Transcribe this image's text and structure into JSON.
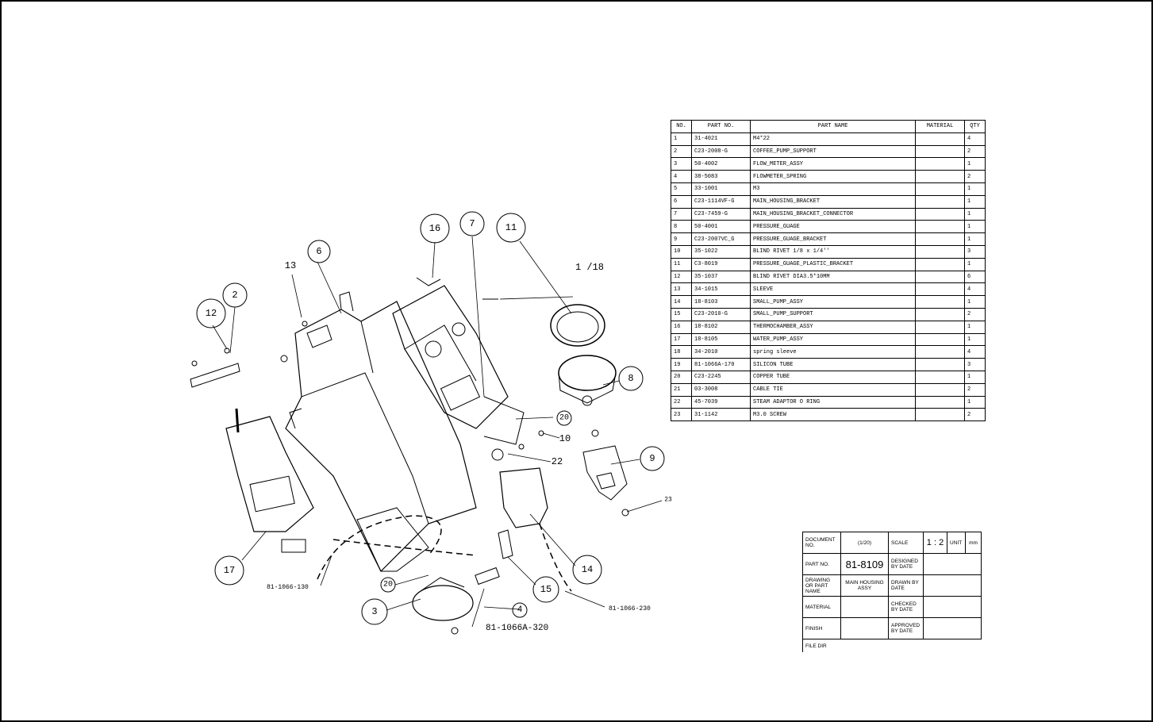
{
  "bom": {
    "headers": [
      "NO.",
      "PART NO.",
      "PART NAME",
      "MATERIAL",
      "QTY"
    ],
    "rows": [
      [
        "1",
        "31-4021",
        "M4*22",
        "",
        "4"
      ],
      [
        "2",
        "C23-2008-G",
        "COFFEE_PUMP_SUPPORT",
        "",
        "2"
      ],
      [
        "3",
        "50-4002",
        "FLOW_METER_ASSY",
        "",
        "1"
      ],
      [
        "4",
        "38-5083",
        "FLOWMETER_SPRING",
        "",
        "2"
      ],
      [
        "5",
        "33-1001",
        "M3",
        "",
        "1"
      ],
      [
        "6",
        "C23-1114VF-G",
        "MAIN_HOUSING_BRACKET",
        "",
        "1"
      ],
      [
        "7",
        "C23-7459-G",
        "MAIN_HOUSING_BRACKET_CONNECTOR",
        "",
        "1"
      ],
      [
        "8",
        "50-4001",
        "PRESSURE_GUAGE",
        "",
        "1"
      ],
      [
        "9",
        "C23-2007VC_G",
        "PRESSURE_GUAGE_BRACKET",
        "",
        "1"
      ],
      [
        "10",
        "35-1022",
        "BLIND RIVET 1/8 x 1/4''",
        "",
        "3"
      ],
      [
        "11",
        "C3-8019",
        "PRESSURE_GUAGE_PLASTIC_BRACKET",
        "",
        "1"
      ],
      [
        "12",
        "35-1037",
        "BLIND RIVET DIA3.5*10MM",
        "",
        "6"
      ],
      [
        "13",
        "34-1015",
        "SLEEVE",
        "",
        "4"
      ],
      [
        "14",
        "18-8103",
        "SMALL_PUMP_ASSY",
        "",
        "1"
      ],
      [
        "15",
        "C23-2010-G",
        "SMALL_PUMP_SUPPORT",
        "",
        "2"
      ],
      [
        "16",
        "18-8102",
        "THERMOCHAMBER_ASSY",
        "",
        "1"
      ],
      [
        "17",
        "18-8105",
        "WATER_PUMP_ASSY",
        "",
        "1"
      ],
      [
        "18",
        "34-2010",
        "spring sleeve",
        "",
        "4"
      ],
      [
        "19",
        "81-1066A-170",
        "SILICON TUBE",
        "",
        "3"
      ],
      [
        "20",
        "C23-2245",
        "COPPER TUBE",
        "",
        "1"
      ],
      [
        "21",
        "03-3008",
        "CABLE TIE",
        "",
        "2"
      ],
      [
        "22",
        "45-7039",
        "STEAM ADAPTOR O RING",
        "",
        "1"
      ],
      [
        "23",
        "31-1142",
        "M3.0 SCREW",
        "",
        "2"
      ]
    ]
  },
  "title_block": {
    "document_no_label": "DOCUMENT NO.",
    "document_no": "(1/20)",
    "scale_label": "SCALE",
    "scale": "1 : 2",
    "unit_label": "UNIT",
    "unit": "mm",
    "part_no_label": "PART NO.",
    "part_no": "81-8109",
    "designed_by_label": "DESIGNED BY DATE",
    "drawing_label": "DRAWING OR PART NAME",
    "part_name": "MAIN HOUSING ASSY",
    "drawn_by_label": "DRAWN BY DATE",
    "material_label": "MATERIAL",
    "checked_by_label": "CHECKED BY DATE",
    "finish_label": "FINISH",
    "approved_by_label": "APPROVED BY DATE",
    "file_dir_label": "FILE DIR"
  },
  "balloons": [
    "16",
    "7",
    "11",
    "6",
    "13",
    "2",
    "12",
    "8",
    "20",
    "10",
    "22",
    "9",
    "23",
    "17",
    "14",
    "15",
    "20",
    "3",
    "4"
  ],
  "callouts": {
    "screw": "1 /18",
    "tube_a": "81-1066-130",
    "tube_b": "81-1066A-320",
    "tube_c": "81-1066-230"
  }
}
